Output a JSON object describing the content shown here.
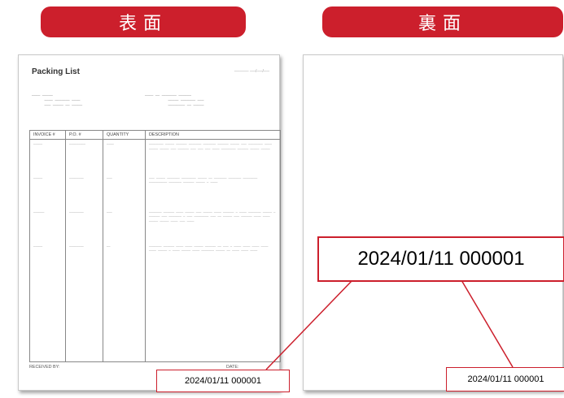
{
  "tabs": {
    "front": "表面",
    "back": "裏面"
  },
  "document": {
    "title": "Packing List",
    "columns": [
      "INVOICE #",
      "P.O. #",
      "QUANTITY",
      "DESCRIPTION"
    ],
    "received_label": "RECEIVED BY:",
    "date_label": "DATE:"
  },
  "stamp": "2024/01/11 000001",
  "colors": {
    "accent": "#cc1f2c"
  }
}
